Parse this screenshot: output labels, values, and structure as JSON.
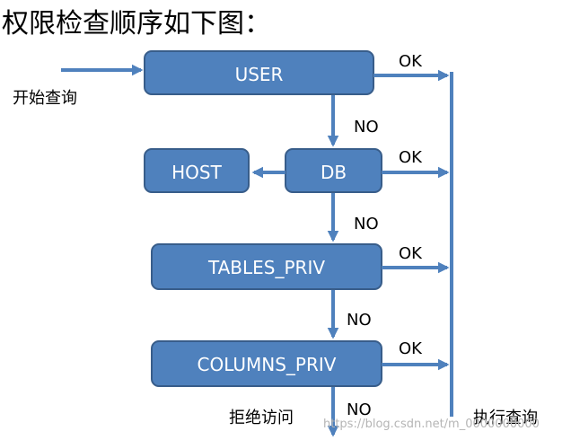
{
  "title": "权限检查顺序如下图：",
  "start_label": "开始查询",
  "nodes": {
    "user": "USER",
    "db": "DB",
    "host": "HOST",
    "tables_priv": "TABLES_PRIV",
    "columns_priv": "COLUMNS_PRIV"
  },
  "edge_labels": {
    "ok": "OK",
    "no": "NO"
  },
  "end_labels": {
    "deny": "拒绝访问",
    "execute": "执行查询"
  },
  "watermark": "https://blog.csdn.net/m_0000000000",
  "colors": {
    "box_fill": "#4f81bd",
    "box_stroke": "#385d8a",
    "arrow": "#4f81bd"
  }
}
